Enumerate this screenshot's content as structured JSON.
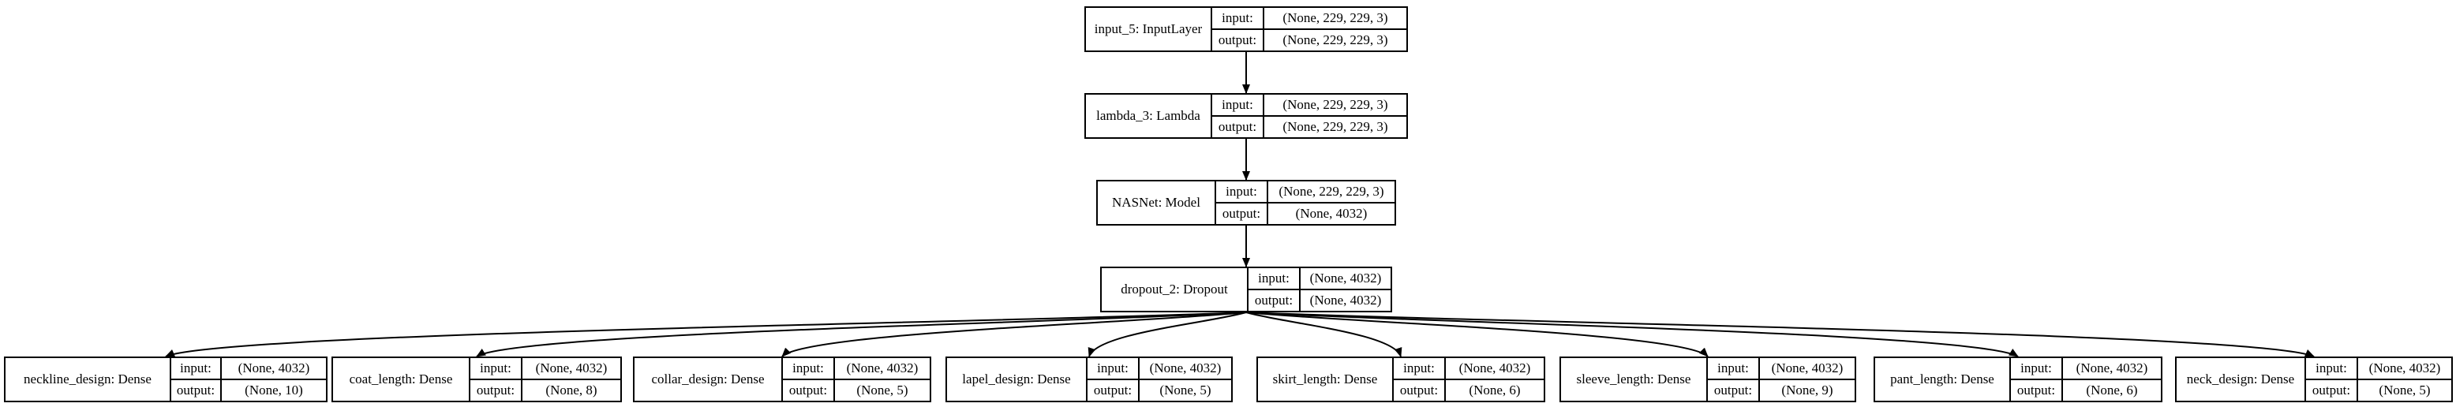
{
  "diagram": {
    "input_label": "input:",
    "output_label": "output:",
    "nodes": [
      {
        "name": "input_5: InputLayer",
        "input": "(None, 229, 229, 3)",
        "output": "(None, 229, 229, 3)"
      },
      {
        "name": "lambda_3: Lambda",
        "input": "(None, 229, 229, 3)",
        "output": "(None, 229, 229, 3)"
      },
      {
        "name": "NASNet: Model",
        "input": "(None, 229, 229, 3)",
        "output": "(None, 4032)"
      },
      {
        "name": "dropout_2: Dropout",
        "input": "(None, 4032)",
        "output": "(None, 4032)"
      },
      {
        "name": "neckline_design: Dense",
        "input": "(None, 4032)",
        "output": "(None, 10)"
      },
      {
        "name": "coat_length: Dense",
        "input": "(None, 4032)",
        "output": "(None, 8)"
      },
      {
        "name": "collar_design: Dense",
        "input": "(None, 4032)",
        "output": "(None, 5)"
      },
      {
        "name": "lapel_design: Dense",
        "input": "(None, 4032)",
        "output": "(None, 5)"
      },
      {
        "name": "skirt_length: Dense",
        "input": "(None, 4032)",
        "output": "(None, 6)"
      },
      {
        "name": "sleeve_length: Dense",
        "input": "(None, 4032)",
        "output": "(None, 9)"
      },
      {
        "name": "pant_length: Dense",
        "input": "(None, 4032)",
        "output": "(None, 6)"
      },
      {
        "name": "neck_design: Dense",
        "input": "(None, 4032)",
        "output": "(None, 5)"
      }
    ]
  }
}
